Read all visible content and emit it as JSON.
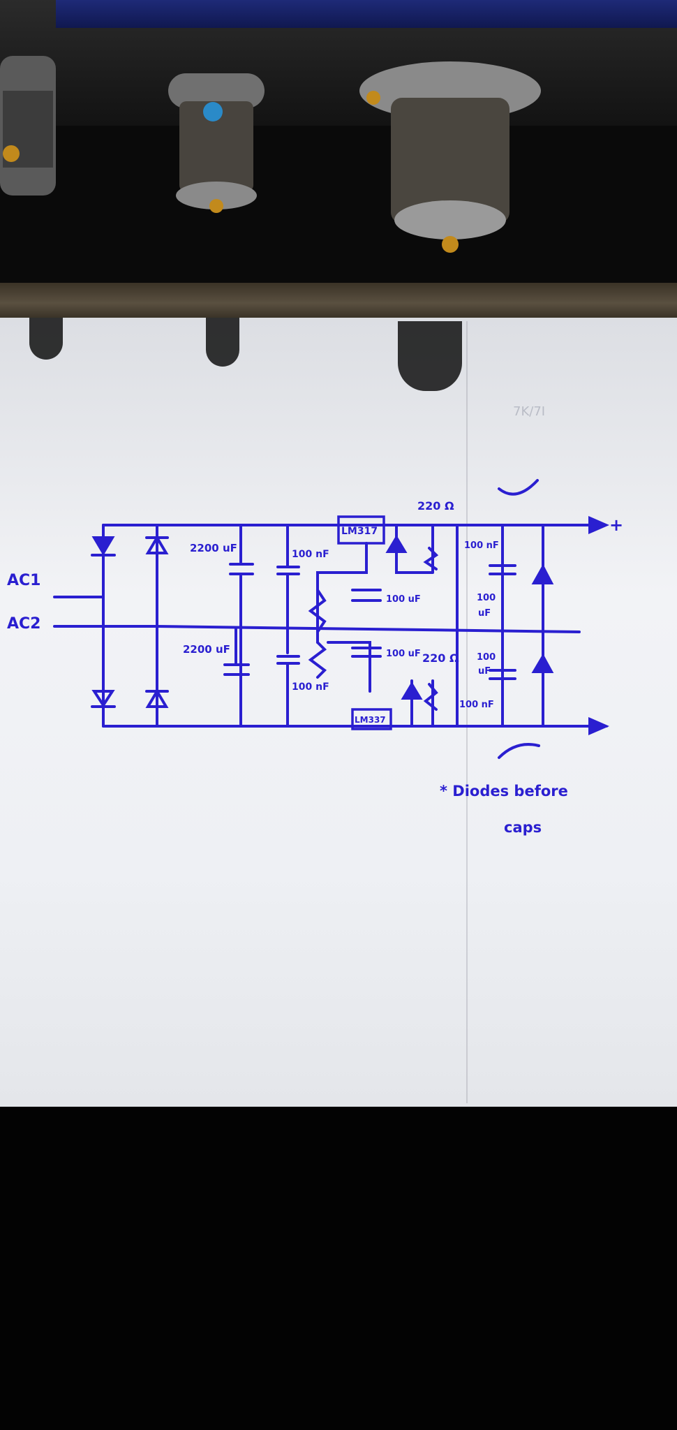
{
  "schematic": {
    "inputs": [
      "AC1",
      "AC2"
    ],
    "top_id_note": "7K/7I",
    "upper_cap_main": "2200 uF",
    "lower_cap_main": "2200 uF",
    "upper_cap_small": "100 nF",
    "lower_cap_small": "100 nF",
    "upper_reg": "LM317",
    "lower_reg": "LM337",
    "upper_resistor": "220 Ω",
    "lower_resistor": "220 Ω",
    "adj_cap_top": "100 uF",
    "adj_cap_bottom": "100 uF",
    "out_film_top": "100 nF",
    "out_film_bottom": "100 nF",
    "out_cap_top_line1": "100",
    "out_cap_top_line2": "uF",
    "out_cap_bottom_line1": "100",
    "out_cap_bottom_line2": "uF",
    "plus_terminal": "+",
    "minus_terminal": "−",
    "note_line1": "* Diodes before",
    "note_line2": "caps"
  },
  "colors": {
    "ink": "#2a1fd0",
    "paper": "#eef0f4"
  }
}
